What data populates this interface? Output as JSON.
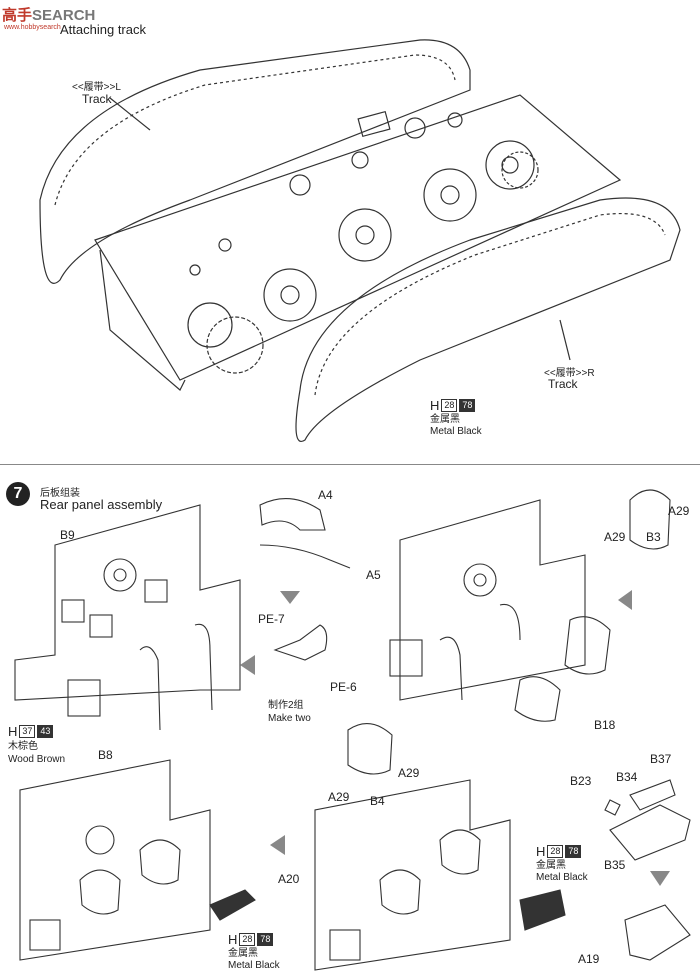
{
  "header": {
    "logo_text": "高手",
    "logo_search": "SEARCH",
    "logo_sub": "www.hobbysearch",
    "step6_title_en": "Attaching track"
  },
  "top": {
    "track_left_cn": "<<履带>>L",
    "track_left_en": "Track",
    "track_right_cn": "<<履带>>R",
    "track_right_en": "Track",
    "paint_h": "H",
    "paint_code1": "28",
    "paint_code2": "78",
    "paint_cn": "金属黑",
    "paint_en": "Metal Black"
  },
  "step7": {
    "number": "7",
    "title_cn": "后板组装",
    "title_en": "Rear panel assembly",
    "parts": {
      "b9": "B9",
      "a4": "A4",
      "a5": "A5",
      "pe7": "PE-7",
      "pe6": "PE-6",
      "b8": "B8",
      "b3": "B3",
      "a29": "A29",
      "b18": "B18",
      "b4": "B4",
      "a20": "A20",
      "b23": "B23",
      "b34": "B34",
      "b37": "B37",
      "b35": "B35",
      "a19": "A19"
    },
    "make_two_cn": "制作2组",
    "make_two_en": "Make two",
    "wood": {
      "h": "H",
      "c1": "37",
      "c2": "43",
      "cn": "木棕色",
      "en": "Wood Brown"
    },
    "metal": {
      "h": "H",
      "c1": "28",
      "c2": "78",
      "cn": "金属黑",
      "en": "Metal Black"
    }
  }
}
